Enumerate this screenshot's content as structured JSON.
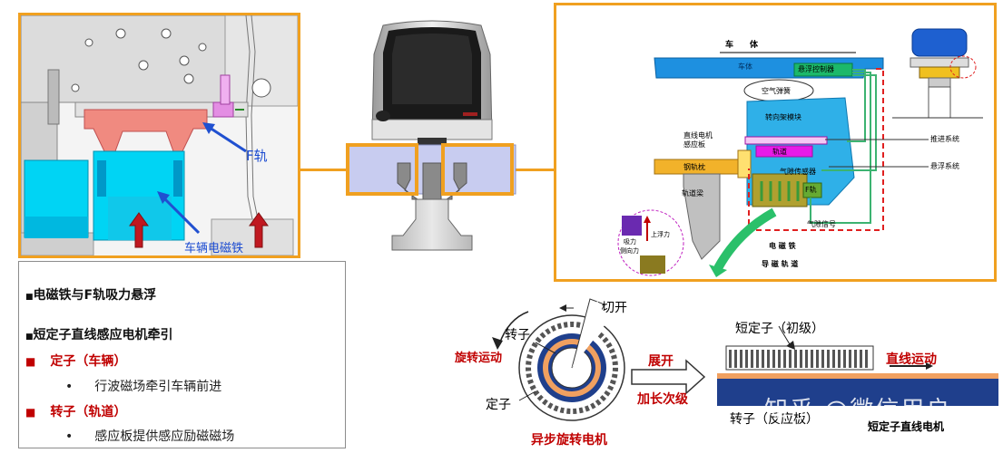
{
  "left_panel": {
    "f_rail_label": "F轨",
    "magnet_label": "车辆电磁铁"
  },
  "text_panel": {
    "line1": "电磁铁与F轨吸力悬浮",
    "line2": "短定子直线感应电机牵引",
    "stator_title": "定子（车辆）",
    "stator_desc": "行波磁场牵引车辆前进",
    "rotor_title": "转子（轨道）",
    "rotor_desc": "感应板提供感应励磁磁场",
    "square_marker": "■",
    "dot_marker": "•"
  },
  "right_diagram": {
    "car_body": "车　　体",
    "car_sub": "车体",
    "levitation_controller": "悬浮控制器",
    "air_spring": "空气弹簧",
    "bogie_module": "转向架模块",
    "linear_motor": "直线电机",
    "reaction_plate": "感应板",
    "steel_sleeper": "钢轨枕",
    "track_beam": "轨道梁",
    "rail": "轨道",
    "gap_sensor": "气隙传感器",
    "f_rail": "F轨",
    "gap_signal": "气隙信号",
    "propulsion_system": "推进系统",
    "levitation_system": "悬浮系统",
    "electromagnet": "电 磁 铁",
    "guide_rail": "导 磁 轨 道",
    "attraction": "吸力",
    "lateral_force": "侧向力",
    "upward_force": "上浮力"
  },
  "motor_diagram": {
    "cut": "切开",
    "rotor": "转子",
    "rotary_motion": "旋转运动",
    "stator": "定子",
    "async_motor": "异步旋转电机",
    "unfold": "展开",
    "lengthen": "加长次级",
    "short_stator": "短定子（初级）",
    "linear_motion": "直线运动",
    "rotor_reaction": "转子（反应板）",
    "short_stator_motor": "短定子直线电机"
  },
  "watermark": "知乎 @微信用户",
  "colors": {
    "frame": "#f0a020",
    "accent_red": "#c00000",
    "cyan": "#00d0f0",
    "salmon": "#f08080",
    "navy": "#1a3a8c",
    "green_line": "#3cb371"
  }
}
